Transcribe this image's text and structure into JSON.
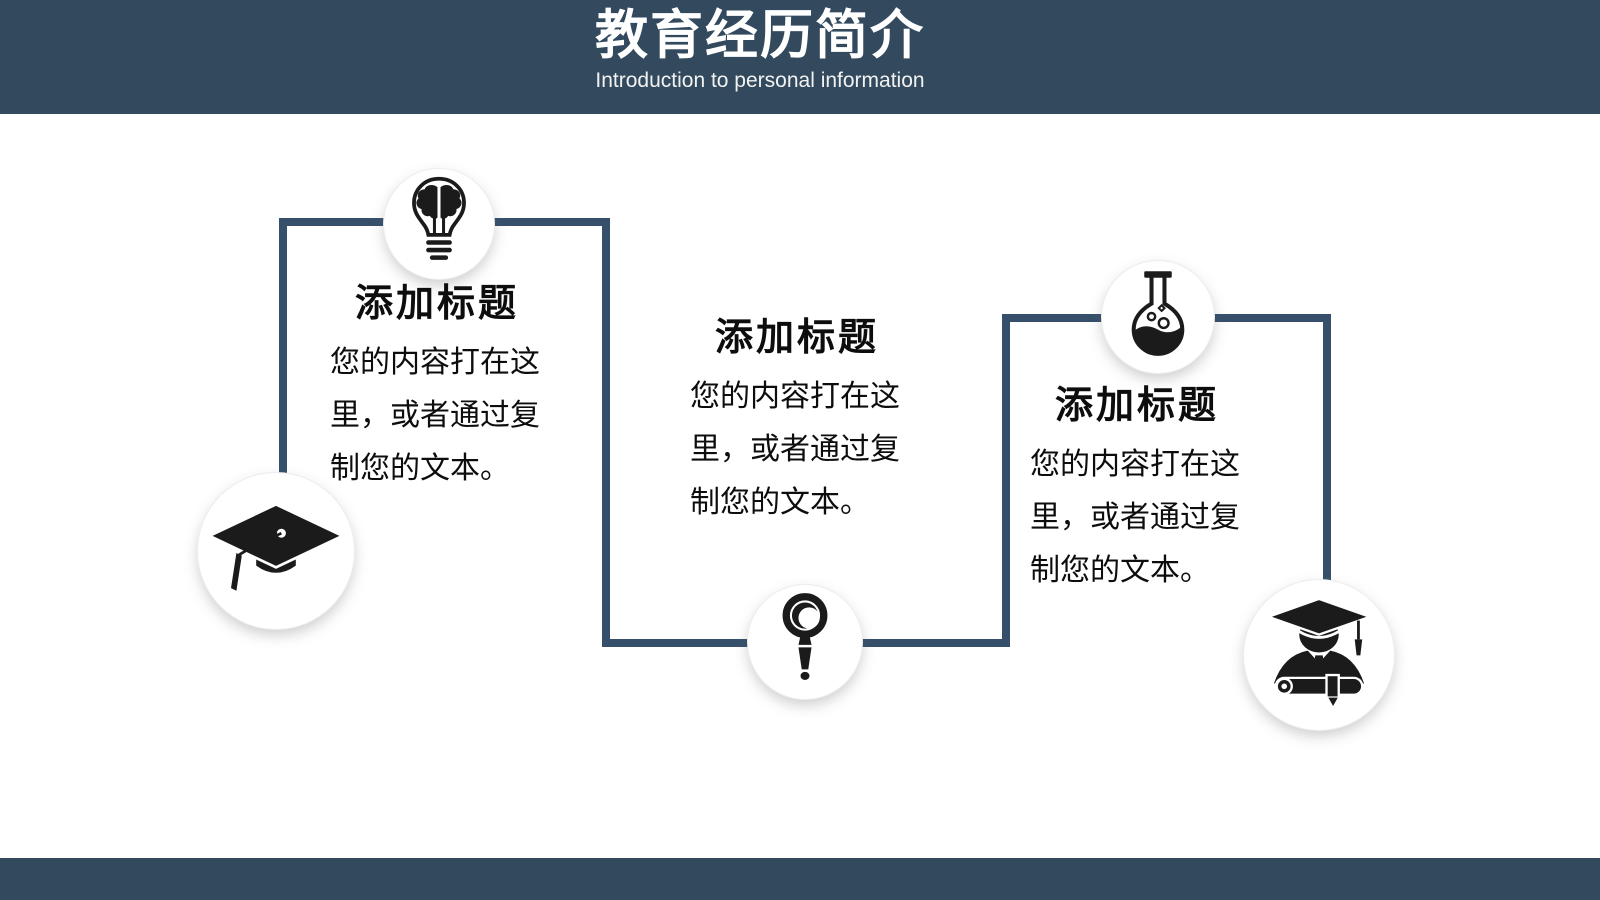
{
  "slide": {
    "title": "教育经历简介",
    "subtitle": "Introduction to personal information"
  },
  "blocks": [
    {
      "title": "添加标题",
      "lines": [
        "您的内容打在这",
        "里，或者通过复",
        "制您的文本。"
      ]
    },
    {
      "title": "添加标题",
      "lines": [
        "您的内容打在这",
        "里，或者通过复",
        "制您的文本。"
      ]
    },
    {
      "title": "添加标题",
      "lines": [
        "您的内容打在这",
        "里，或者通过复",
        "制您的文本。"
      ]
    }
  ],
  "icons": {
    "milestone_1": "brain-bulb-icon",
    "milestone_2": "graduation-cap-icon",
    "milestone_3": "magnifier-icon",
    "milestone_4": "flask-icon",
    "milestone_5": "graduate-scholar-icon"
  },
  "colors": {
    "band": "#32495E",
    "line": "#36506B",
    "icon": "#1B1B1B"
  }
}
